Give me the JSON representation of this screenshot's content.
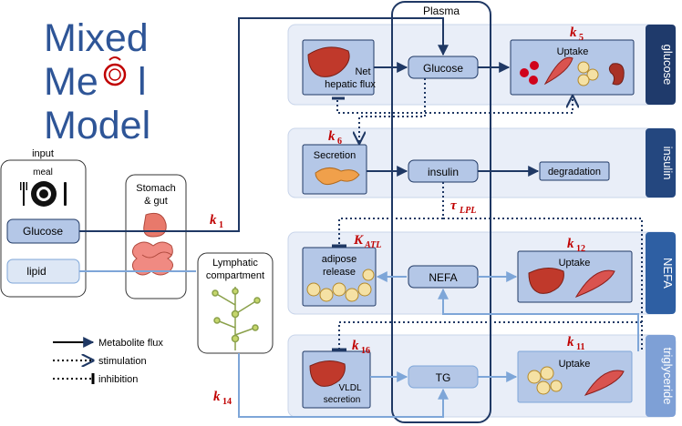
{
  "title": {
    "line1": "Mixed",
    "line2a": "Me",
    "line2b": "l",
    "line3": "Model"
  },
  "plasma_label": "Plasma",
  "input": {
    "label": "input",
    "meal_label": "meal",
    "glucose": "Glucose",
    "lipid": "lipid"
  },
  "stomach": {
    "line1": "Stomach",
    "line2": "& gut"
  },
  "lymph": {
    "line1": "Lymphatic",
    "line2": "compartment"
  },
  "rows": {
    "glucose": {
      "side_label": "glucose",
      "hepatic_line1": "Net",
      "hepatic_line2": "hepatic flux",
      "node": "Glucose",
      "uptake": "Uptake",
      "rate": "k",
      "rate_sub": "5"
    },
    "insulin": {
      "side_label": "insulin",
      "secretion": "Secretion",
      "node": "insulin",
      "degradation": "degradation",
      "rate": "k",
      "rate_sub": "6"
    },
    "nefa": {
      "side_label": "NEFA",
      "adipose_line1": "adipose",
      "adipose_line2": "release",
      "node": "NEFA",
      "uptake": "Uptake",
      "rate": "k",
      "rate_sub": "12",
      "atl": "K",
      "atl_sub": "ATL"
    },
    "tg": {
      "side_label": "triglyceride",
      "vldl_line1": "VLDL",
      "vldl_line2": "secretion",
      "node": "TG",
      "uptake": "Uptake",
      "rate": "k",
      "rate_sub": "11",
      "rate16": "k",
      "rate16_sub": "16"
    }
  },
  "k1": {
    "main": "k",
    "sub": "1"
  },
  "k14": {
    "main": "k",
    "sub": "14"
  },
  "tau": {
    "main": "τ",
    "sub": "LPL"
  },
  "legend": {
    "flux": "Metabolite flux",
    "stimulation": "stimulation",
    "inhibition": "inhibition"
  },
  "colors": {
    "navy": "#1f3864",
    "flow_blue": "#7ea6d8",
    "box_fill": "#b4c7e7",
    "row_fill": "#e9eef8",
    "tab_dark": "#1f3a6b",
    "tab_mid": "#2e5fa3",
    "tab_light": "#7ea0d6",
    "rate_red": "#c00000",
    "title_blue": "#2e5597"
  }
}
